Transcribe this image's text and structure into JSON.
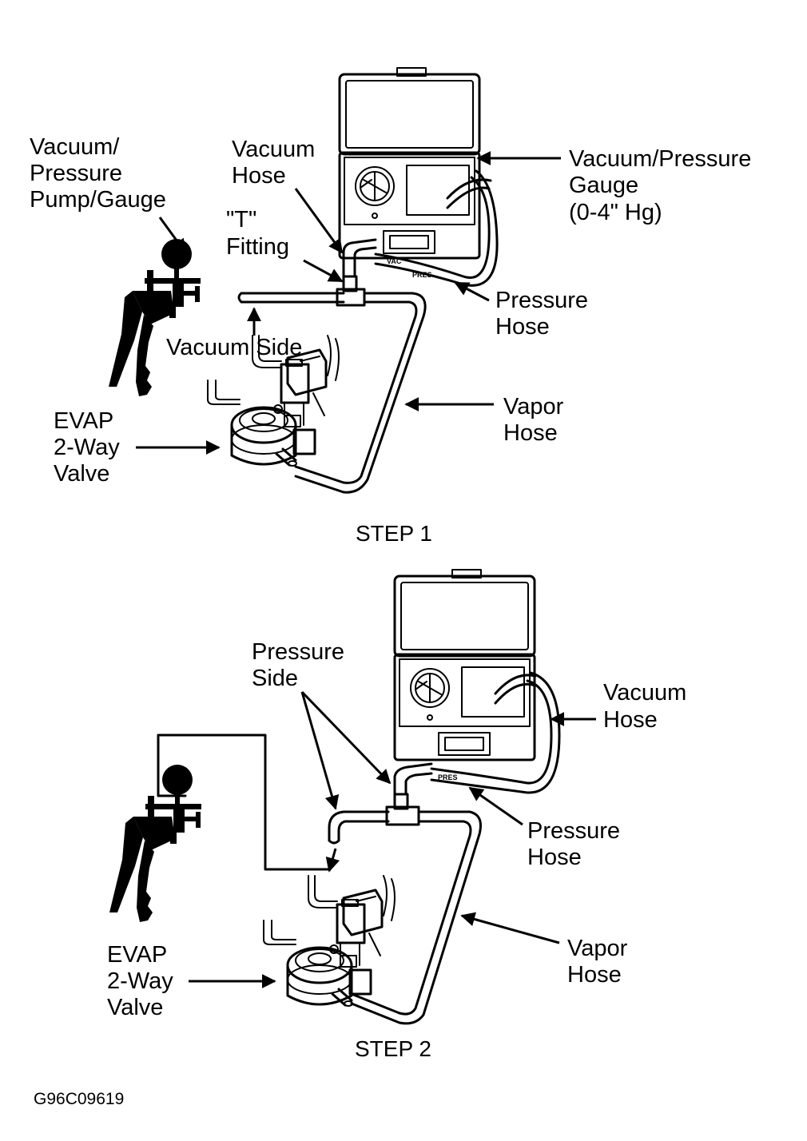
{
  "step1": {
    "caption": "STEP 1",
    "labels": {
      "pump_gauge": [
        "Vacuum/",
        "Pressure",
        "Pump/Gauge"
      ],
      "vacuum_hose": [
        "Vacuum",
        "Hose"
      ],
      "t_fitting": [
        "\"T\"",
        "Fitting"
      ],
      "vacuum_pressure_gauge": [
        "Vacuum/Pressure",
        "Gauge",
        "(0-4\" Hg)"
      ],
      "pressure_hose": [
        "Pressure",
        "Hose"
      ],
      "vacuum_side": "Vacuum Side",
      "vapor_hose": [
        "Vapor",
        "Hose"
      ],
      "evap_valve": [
        "EVAP",
        "2-Way",
        "Valve"
      ]
    },
    "port_labels": [
      "VAC",
      "PRES"
    ]
  },
  "step2": {
    "caption": "STEP 2",
    "labels": {
      "pressure_side": [
        "Pressure",
        "Side"
      ],
      "vacuum_hose": [
        "Vacuum",
        "Hose"
      ],
      "pressure_hose": [
        "Pressure",
        "Hose"
      ],
      "vapor_hose": [
        "Vapor",
        "Hose"
      ],
      "evap_valve": [
        "EVAP",
        "2-Way",
        "Valve"
      ]
    },
    "port_labels": [
      "PRES"
    ]
  },
  "figure_code": "G96C09619"
}
